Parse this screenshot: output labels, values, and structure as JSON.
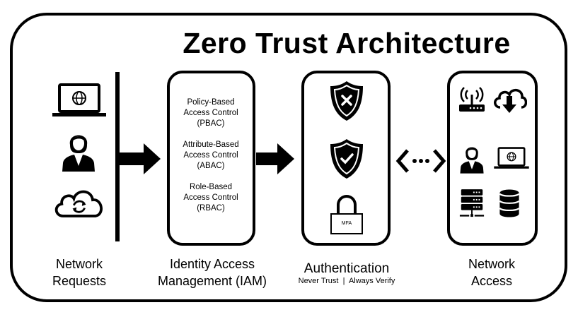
{
  "title": "Zero Trust Architecture",
  "sections": {
    "network_requests": {
      "label_line1": "Network",
      "label_line2": "Requests",
      "icons": [
        "laptop-globe-icon",
        "user-headset-icon",
        "cloud-sync-icon"
      ]
    },
    "iam": {
      "label_line1": "Identity Access",
      "label_line2": "Management (IAM)",
      "items": [
        {
          "line1": "Policy-Based",
          "line2": "Access Control",
          "line3": "(PBAC)"
        },
        {
          "line1": "Attribute-Based",
          "line2": "Access Control",
          "line3": "(ABAC)"
        },
        {
          "line1": "Role-Based",
          "line2": "Access Control",
          "line3": "(RBAC)"
        }
      ]
    },
    "authentication": {
      "label": "Authentication",
      "subtitle": "Never Trust  |  Always Verify",
      "icons": [
        "shield-x-icon",
        "shield-check-icon",
        "padlock-icon"
      ],
      "lock_text": "MFA"
    },
    "network_access": {
      "label_line1": "Network",
      "label_line2": "Access",
      "icons": [
        "router-icon",
        "cloud-download-icon",
        "user-icon",
        "laptop-globe-icon",
        "server-icon",
        "database-icon"
      ]
    }
  },
  "colors": {
    "stroke": "#000000",
    "background": "#ffffff"
  }
}
